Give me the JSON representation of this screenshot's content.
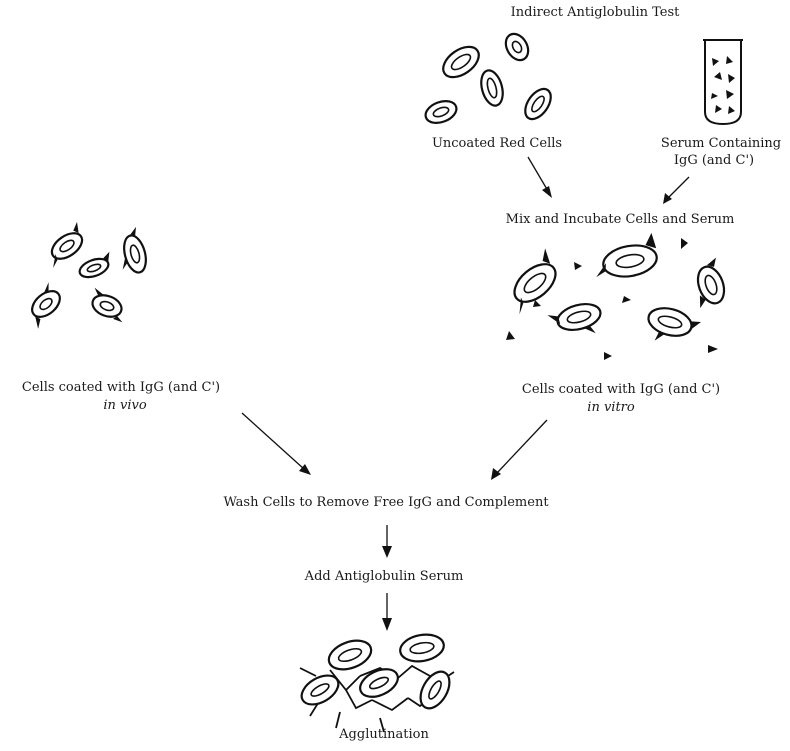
{
  "title": "Indirect Antiglobulin Test",
  "labels": {
    "uncoated": "Uncoated Red Cells",
    "serum_line1": "Serum Containing",
    "serum_line2": "IgG (and C')",
    "mix": "Mix and Incubate Cells and Serum",
    "invivo_main": "Cells coated with IgG (and C')",
    "invivo_sub": "in vivo",
    "invitro_main": "Cells coated with IgG (and C')",
    "invitro_sub": "in vitro",
    "wash": "Wash Cells to Remove Free IgG and Complement",
    "add": "Add Antiglobulin Serum",
    "agglutination": "Agglutination"
  }
}
